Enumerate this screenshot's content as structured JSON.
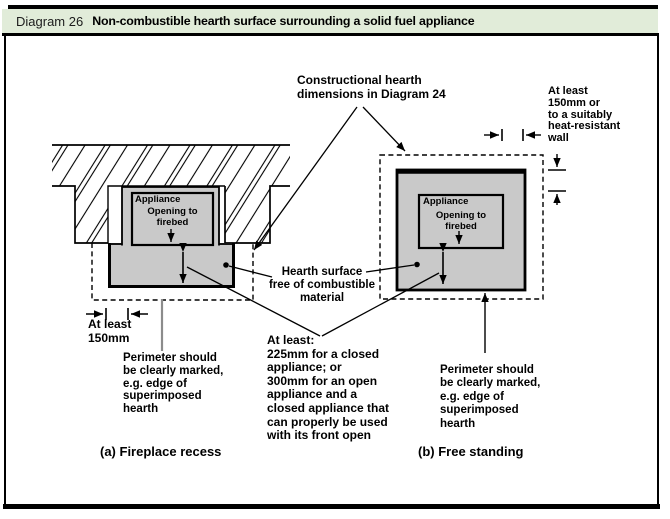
{
  "header": {
    "diagram_label": "Diagram 26",
    "title": "Non-combustible hearth surface surrounding a solid fuel appliance"
  },
  "labels": {
    "constructional_hearth": "Constructional hearth\ndimensions in Diagram 24",
    "heat_resistant_wall": "At least\n150mm or\nto a suitably\nheat-resistant\nwall",
    "hearth_surface": "Hearth surface\nfree of combustible\nmaterial",
    "front_clearance": "At least:\n225mm for a closed\nappliance; or\n300mm for an open\nappliance and a\nclosed appliance that\ncan properly be used\nwith its front open",
    "side_clearance": "At least\n150mm",
    "perimeter_a": "Perimeter should\nbe clearly marked,\ne.g. edge of\nsuperimposed\nhearth",
    "perimeter_b": "Perimeter should\nbe clearly marked,\ne.g. edge of\nsuperimposed\nhearth",
    "appliance_a": "Appliance",
    "opening_a": "Opening to\nfirebed",
    "appliance_b": "Appliance",
    "opening_b": "Opening to\nfirebed",
    "caption_a": "(a) Fireplace recess",
    "caption_b": "(b) Free standing"
  },
  "colors": {
    "header_bg": "#e1ecd9",
    "hearth_gray": "#c9c9c9",
    "leader_gray": "#8c8c8c",
    "line": "#000000"
  }
}
